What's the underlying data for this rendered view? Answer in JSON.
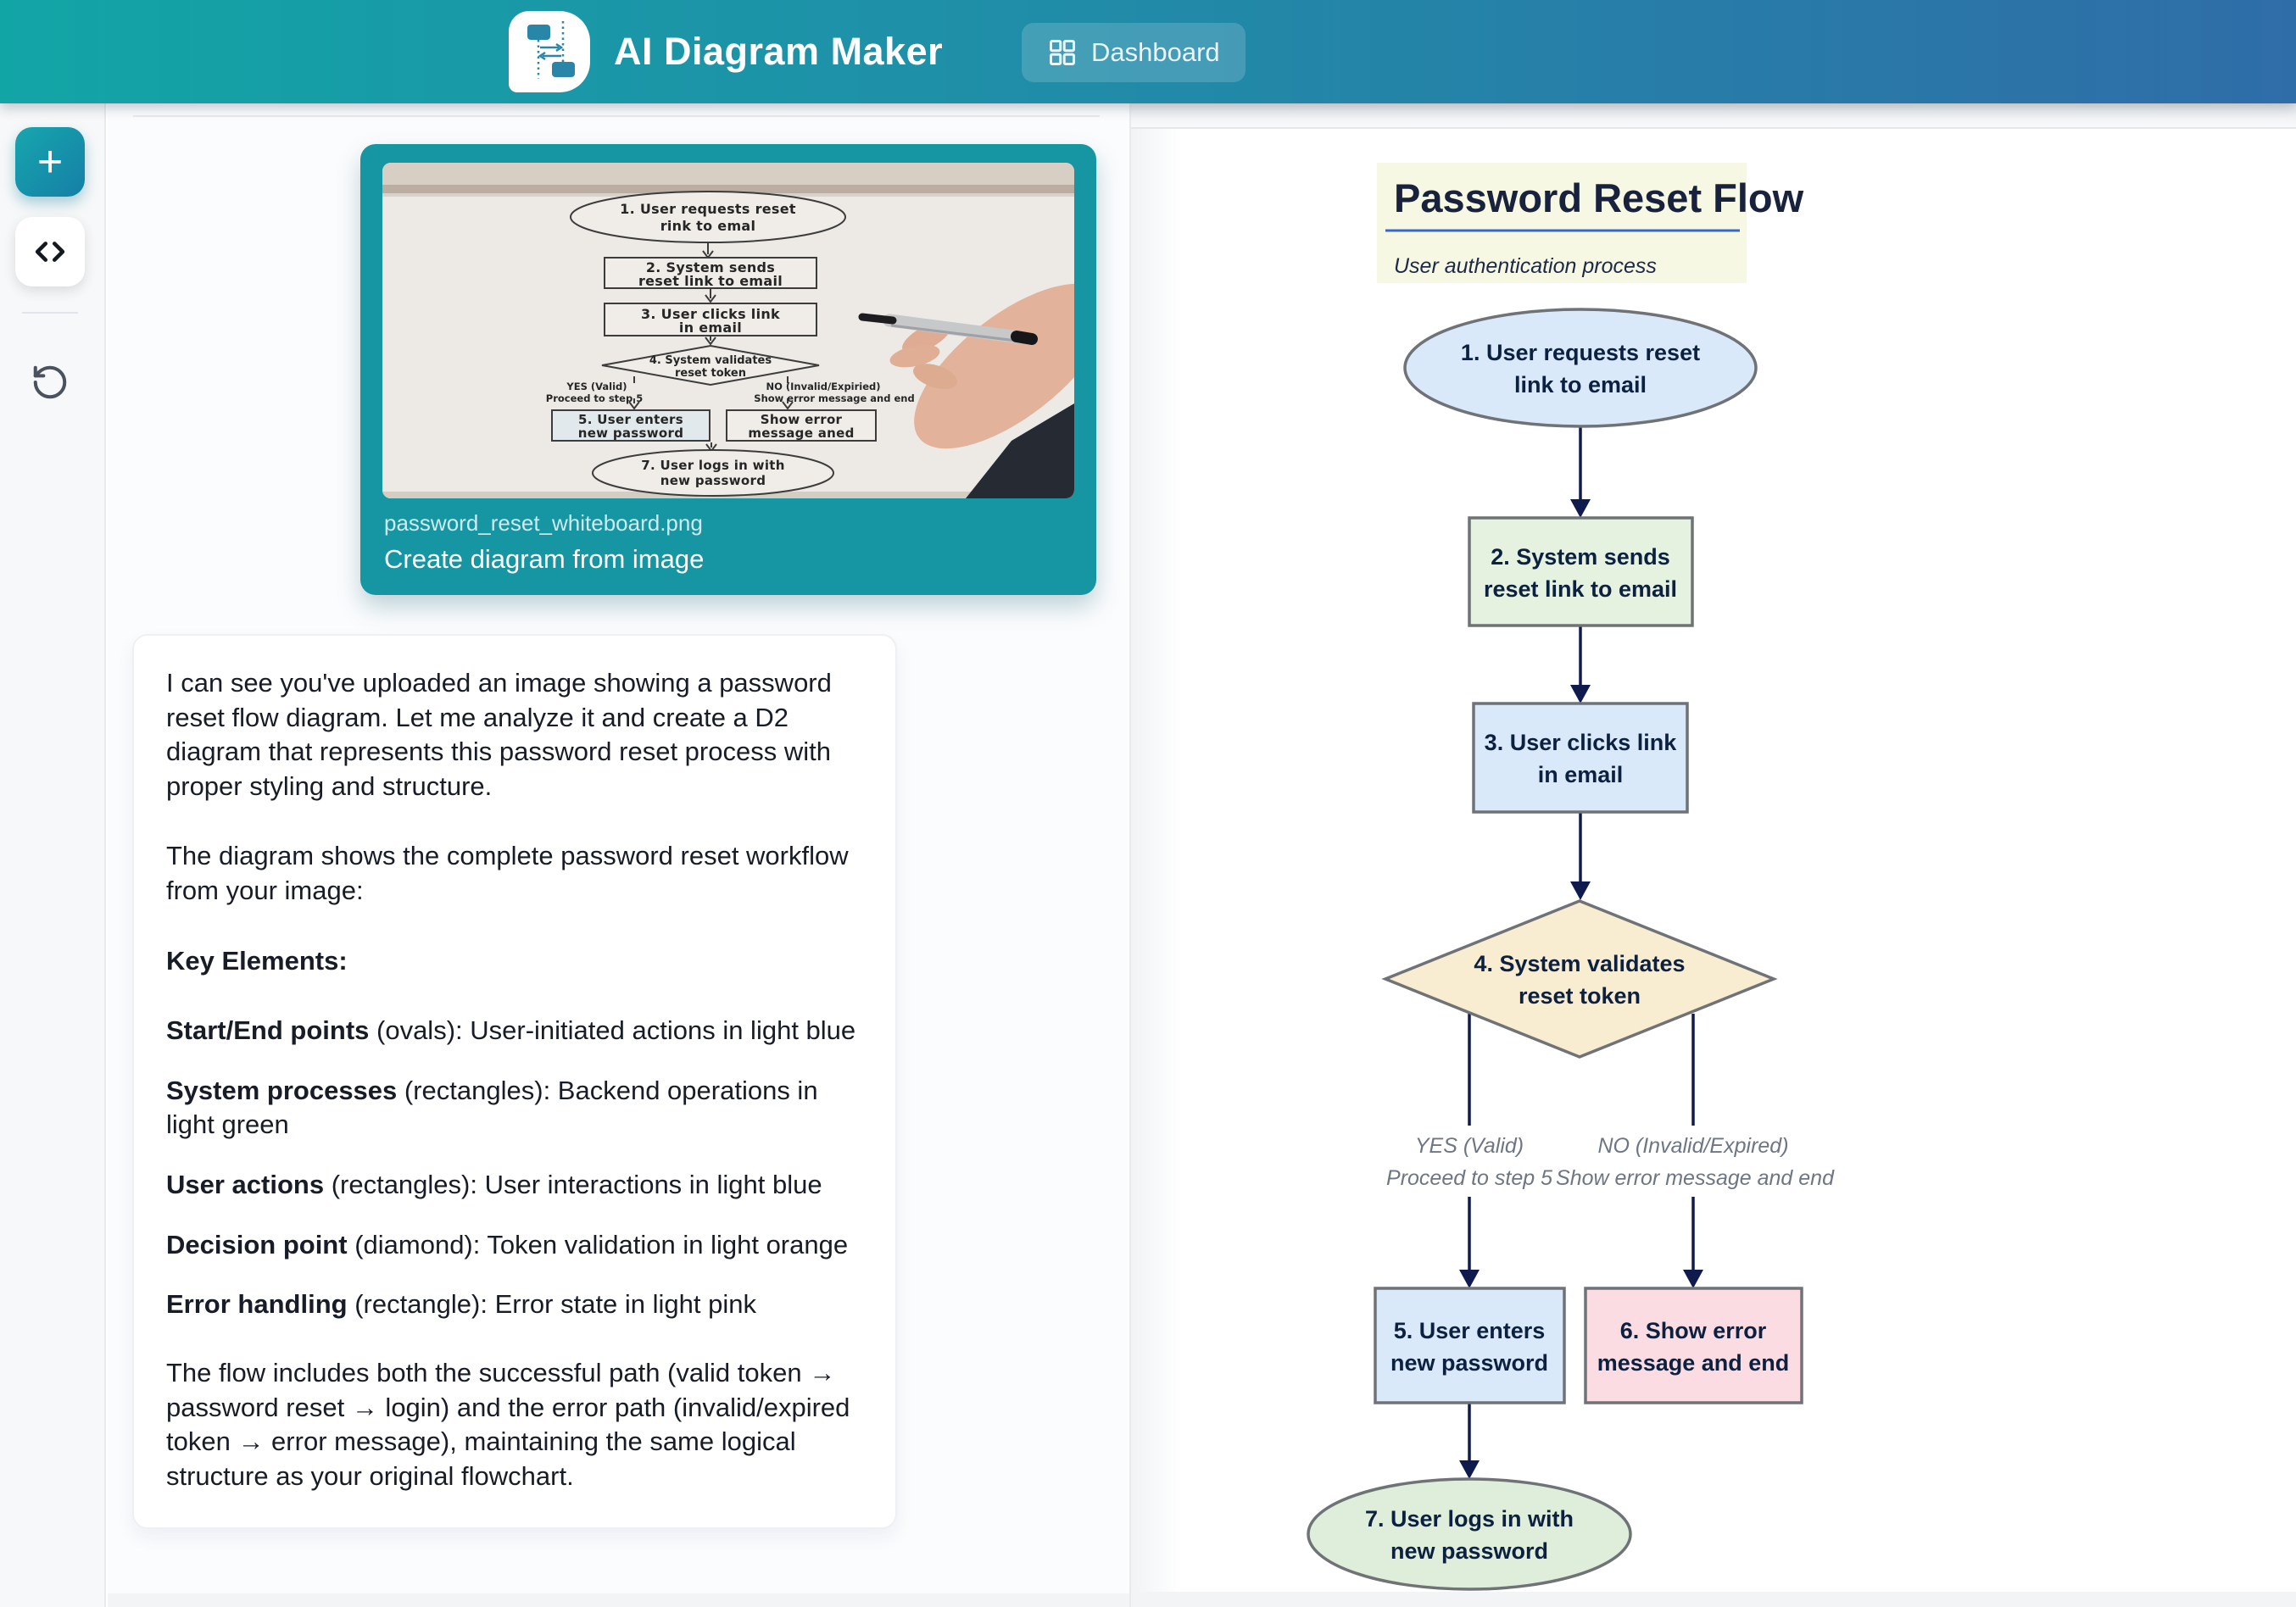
{
  "header": {
    "app_title": "AI Diagram Maker",
    "dashboard_label": "Dashboard"
  },
  "icons": {
    "logo": "flowchart-logo-icon",
    "dashboard": "grid-icon",
    "new_diagram": "plus-icon",
    "code_view": "code-icon",
    "reset": "undo-icon"
  },
  "chat": {
    "upload_card": {
      "filename": "password_reset_whiteboard.png",
      "action_label": "Create diagram from image"
    },
    "whiteboard": {
      "n1": [
        "1. User requests reset",
        "rink to emal"
      ],
      "n2": [
        "2. System sends",
        "reset link to email"
      ],
      "n3": [
        "3. User clicks link",
        "in email"
      ],
      "n4": [
        "4. System validates",
        "reset token"
      ],
      "yes": [
        "YES (Valid)",
        "Proceed to step 5"
      ],
      "no": [
        "NO (Invalid/Expiried)",
        "Show error message and end"
      ],
      "n5": [
        "5. User enters",
        "new password"
      ],
      "n6": [
        "Show error",
        "message aned"
      ],
      "n7": [
        "7. User logs in with",
        "new password"
      ]
    },
    "message": {
      "p1": "I can see you've uploaded an image showing a password reset flow diagram. Let me analyze it and create a D2 diagram that represents this password reset process with proper styling and structure.",
      "p2": "The diagram shows the complete password reset workflow from your image:",
      "heading": "Key Elements:",
      "bullets": [
        {
          "bold": "Start/End points",
          "rest": " (ovals): User-initiated actions in light blue"
        },
        {
          "bold": "System processes",
          "rest": " (rectangles): Backend operations in light green"
        },
        {
          "bold": "User actions",
          "rest": " (rectangles): User interactions in light blue"
        },
        {
          "bold": "Decision point",
          "rest": " (diamond): Token validation in light orange"
        },
        {
          "bold": "Error handling",
          "rest": " (rectangle): Error state in light pink"
        }
      ],
      "p3": "The flow includes both the successful path (valid token → password reset → login) and the error path (invalid/expired token → error message), maintaining the same logical structure as your original flowchart."
    }
  },
  "diagram": {
    "title": "Password Reset Flow",
    "subtitle": "User authentication process",
    "n1": [
      "1. User requests reset",
      "link to email"
    ],
    "n2": [
      "2. System sends",
      "reset link to email"
    ],
    "n3": [
      "3. User clicks link",
      "in email"
    ],
    "n4": [
      "4. System validates",
      "reset token"
    ],
    "yes_label": [
      "YES (Valid)",
      "Proceed to step 5"
    ],
    "no_label": [
      "NO (Invalid/Expired)",
      "Show error message and end"
    ],
    "n5": [
      "5. User enters",
      "new password"
    ],
    "n6": [
      "6. Show error",
      "message and end"
    ],
    "n7": [
      "7. User logs in with",
      "new password"
    ]
  },
  "colors": {
    "header_gradient_start": "#12a5a6",
    "header_gradient_end": "#2f6da8",
    "accent_teal": "#1596a2",
    "node_light_blue": "#d9e9f9",
    "node_light_green": "#e6f2e0",
    "node_light_orange": "#f8ecd1",
    "node_light_pink": "#fadce2",
    "node_end_green": "#dfeeda",
    "arrow_navy": "#101b4d",
    "node_border_gray": "#6f7276",
    "title_bg_yellow": "#f7f8e3",
    "title_underline_blue": "#3a66d0"
  }
}
